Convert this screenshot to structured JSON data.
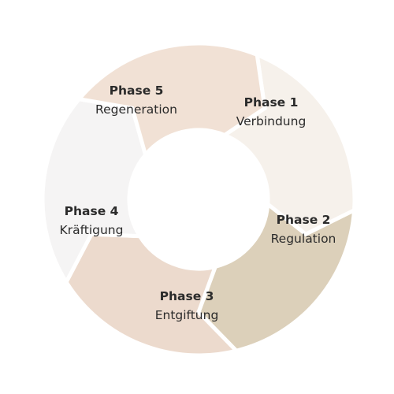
{
  "phases": [
    {
      "title": "Phase 1",
      "subtitle": "Verbindung",
      "color": "#f6f1eb"
    },
    {
      "title": "Phase 2",
      "subtitle": "Regulation",
      "color": "#dcd0ba"
    },
    {
      "title": "Phase 3",
      "subtitle": "Entgiftung",
      "color": "#ecdacd"
    },
    {
      "title": "Phase 4",
      "subtitle": "Kräftigung",
      "color": "#f5f4f4"
    },
    {
      "title": "Phase 5",
      "subtitle": "Regeneration",
      "color": "#f1e1d5"
    }
  ]
}
